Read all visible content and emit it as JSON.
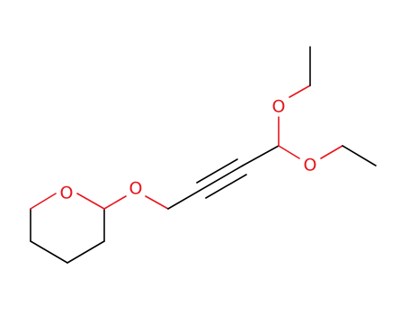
{
  "molecule": {
    "atom_color_oxygen": "#e8141b",
    "bond_color": "#000000",
    "background": "#ffffff",
    "labels": {
      "o_ring": "O",
      "o_ether": "O",
      "o_ethoxy_1": "O",
      "o_ethoxy_2": "O"
    }
  }
}
